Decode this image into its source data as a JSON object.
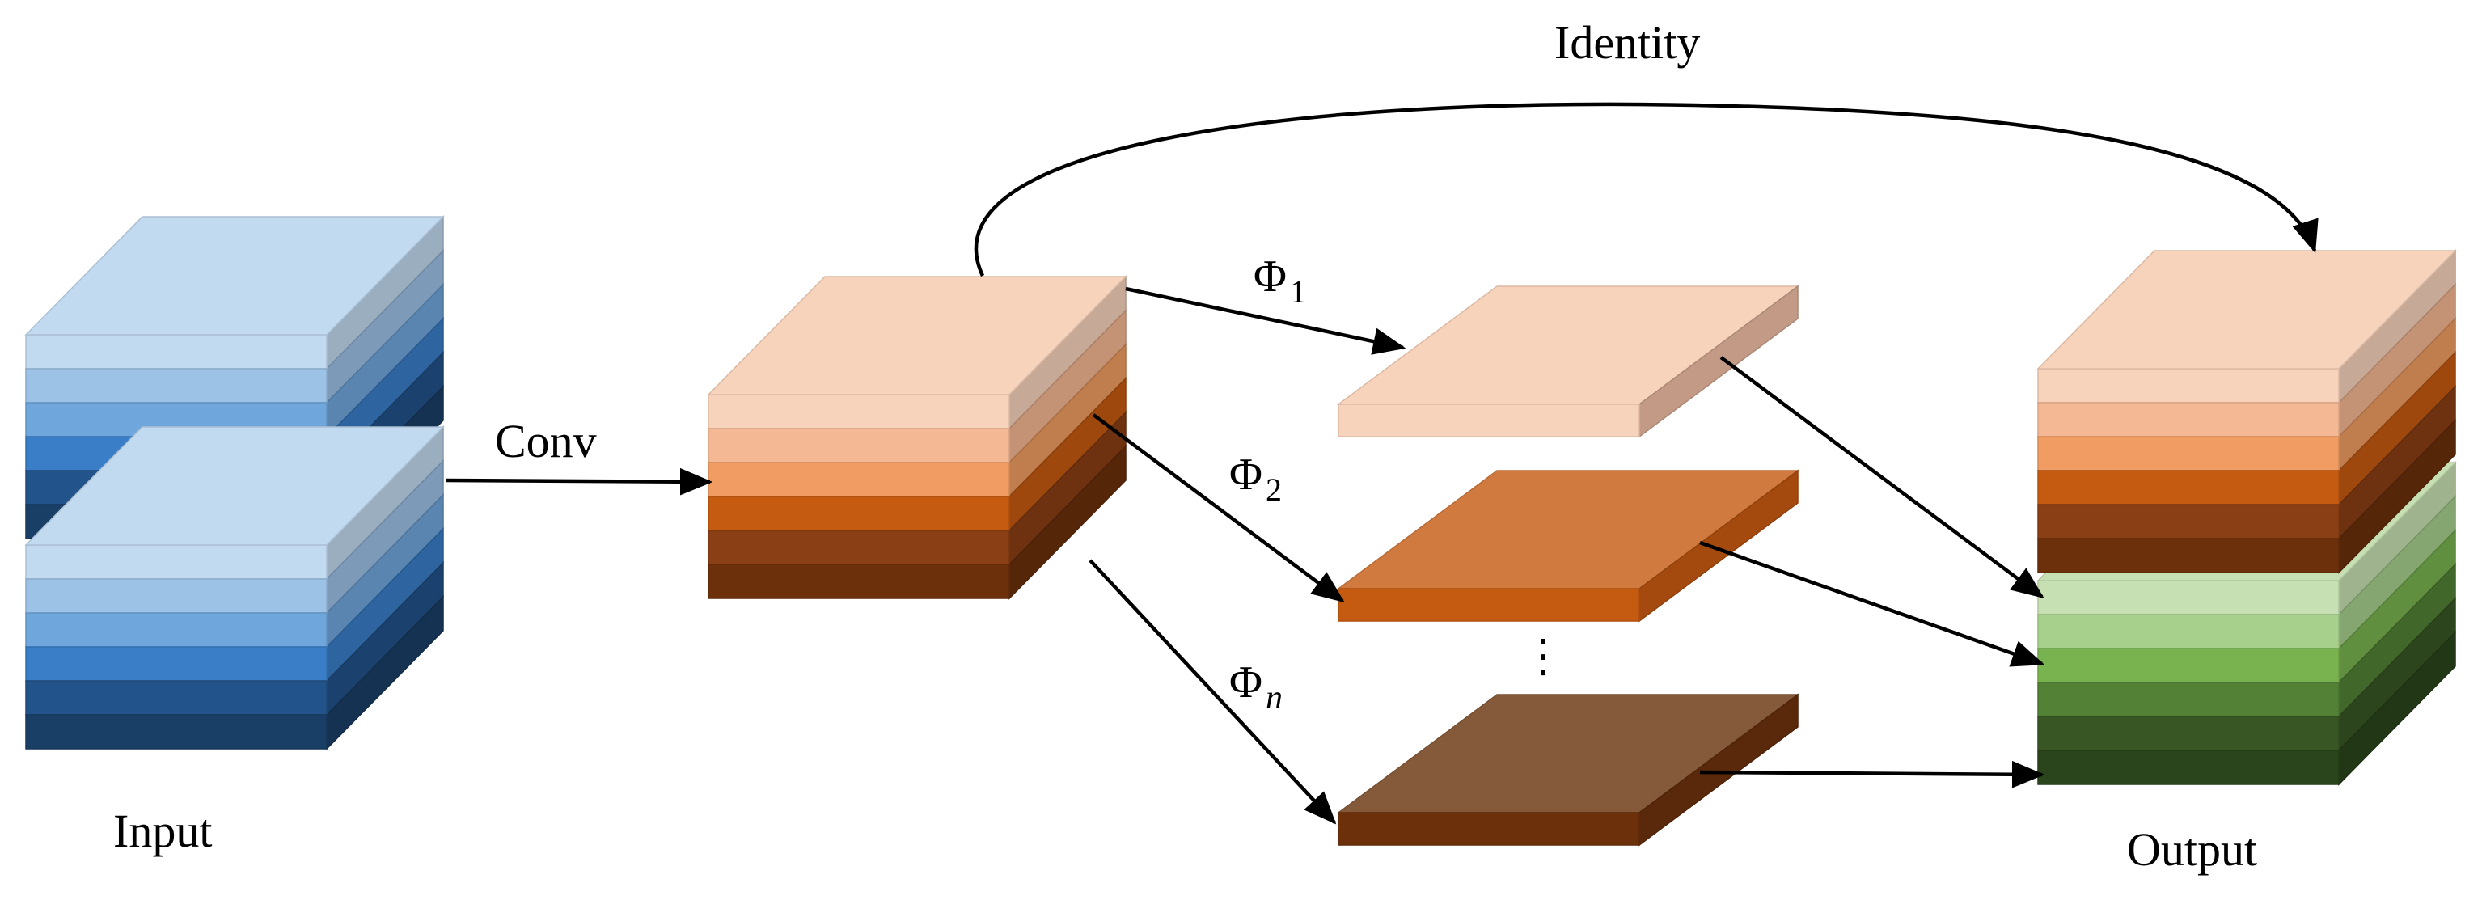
{
  "labels": {
    "input": "Input",
    "conv": "Conv",
    "identity": "Identity",
    "output": "Output",
    "phi_symbol": "Φ",
    "phi_1_sub": "1",
    "phi_2_sub": "2",
    "phi_n_sub": "n",
    "ellipsis": "⋮"
  },
  "colors": {
    "input_layers": [
      "#c2daf0",
      "#9cc2e6",
      "#6fa6dc",
      "#3a7ec8",
      "#22538a",
      "#1a3f66"
    ],
    "intermediate_layers": [
      "#f8d3bb",
      "#f5b894",
      "#f09c62",
      "#c55a11",
      "#8a3f14",
      "#6c300b"
    ],
    "output_green_layers": [
      "#c7e0b3",
      "#a8d08d",
      "#78b34f",
      "#538135",
      "#385623",
      "#2a451b"
    ],
    "ghost_fill": [
      "#f8d3bb",
      "#d07a40",
      "#845a3a"
    ],
    "ghost_front": [
      "#f8d3bb",
      "#c55a11",
      "#6c300b"
    ],
    "ghost_side": [
      "#c29a85",
      "#a54a0e",
      "#5a280a"
    ]
  }
}
